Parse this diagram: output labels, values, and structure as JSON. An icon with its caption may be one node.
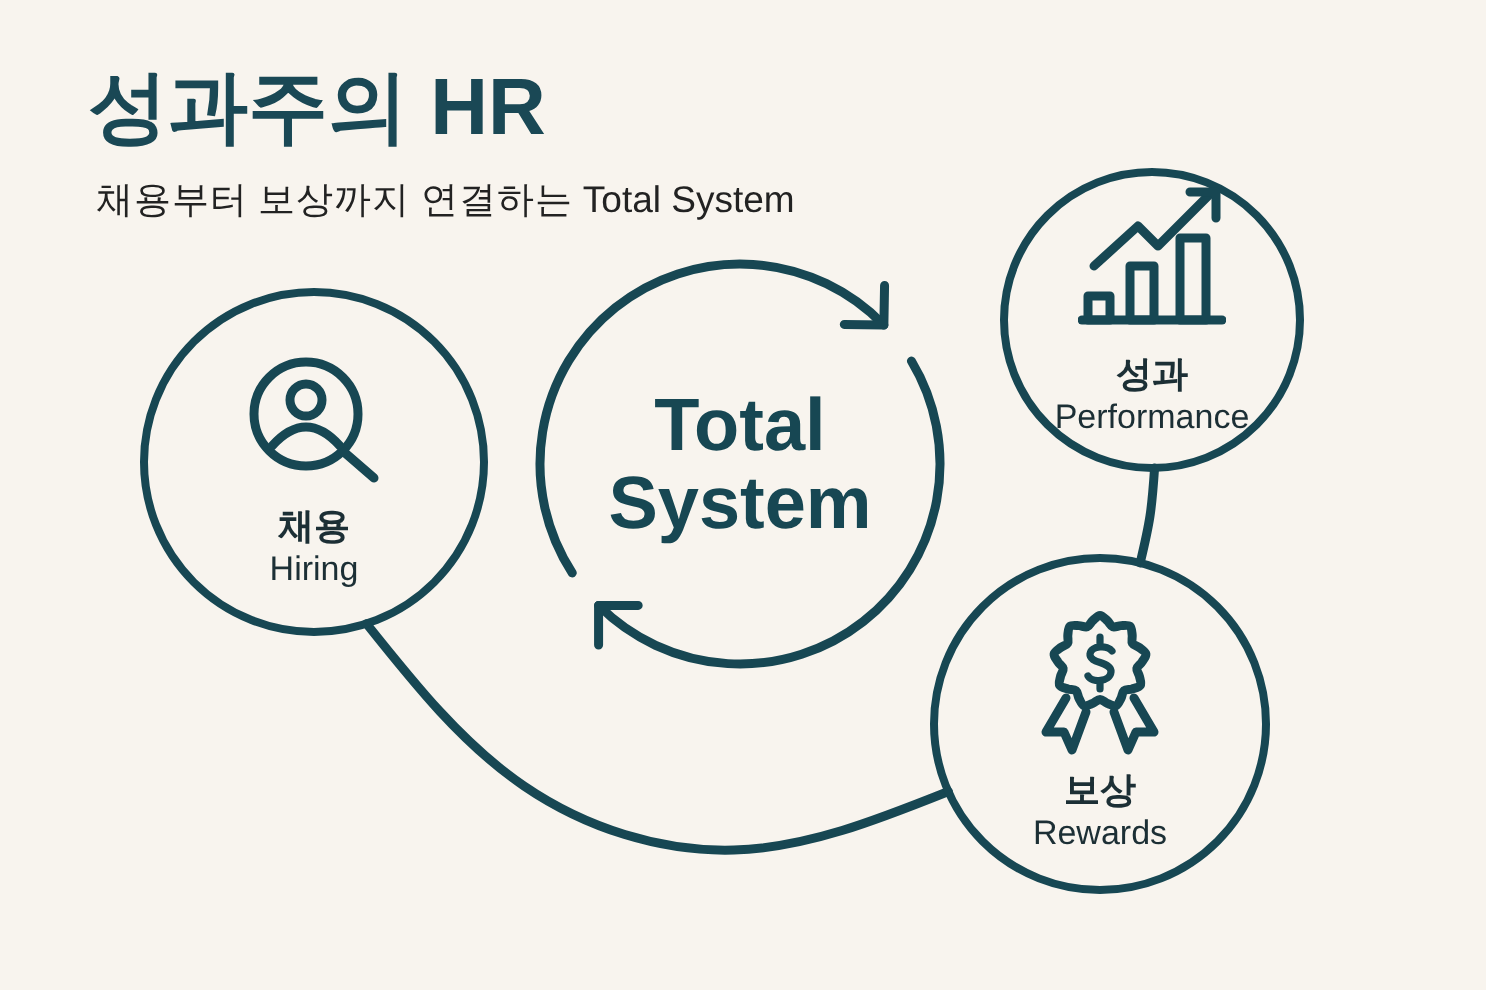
{
  "diagram": {
    "title": "성과주의 HR",
    "nodes": [
      {
        "text": [
          "채용",
          "Hiring"
        ]
      },
      {
        "text": [
          "Total System"
        ]
      },
      {
        "text": [
          "성과",
          "Performance"
        ]
      },
      {
        "text": [
          "보상",
          "Rewards"
        ]
      }
    ],
    "edges": [
      {
        "from": 0,
        "to": 3,
        "arrow": "none"
      },
      {
        "from": 2,
        "to": 3,
        "arrow": "none"
      }
    ],
    "labels": [
      "채용부터 보상까지 연결하는 Total System"
    ]
  }
}
